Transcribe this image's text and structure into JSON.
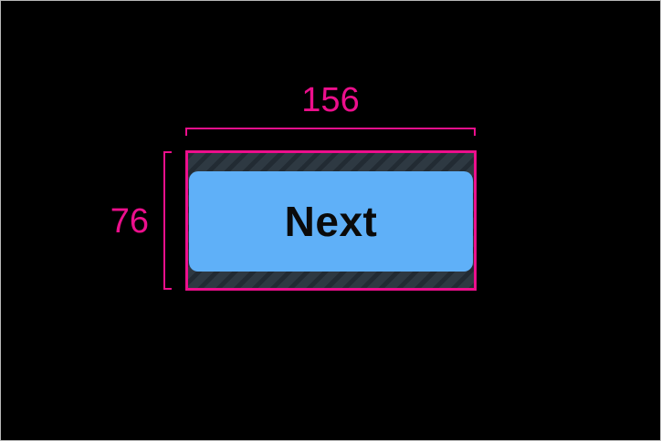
{
  "overlay": {
    "width_label": "156",
    "height_label": "76"
  },
  "button": {
    "label": "Next"
  },
  "colors": {
    "canvas_bg": "#000000",
    "frame_border": "#b8b8b8",
    "measure_pink": "#ec0f8c",
    "button_blue": "#5fb0f8",
    "button_text": "#0a0a0a",
    "hatch_base": "#2e3942",
    "hatch_stripe": "#222b33"
  }
}
